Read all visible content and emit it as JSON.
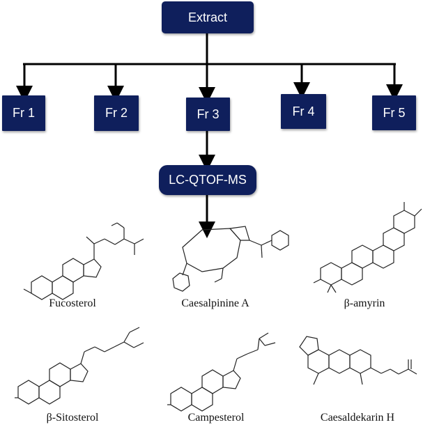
{
  "top_box": "Extract",
  "fractions": [
    "Fr 1",
    "Fr 2",
    "Fr 3",
    "Fr 4",
    "Fr 5"
  ],
  "method_box": "LC-QTOF-MS",
  "compounds": [
    "Fucosterol",
    "Caesalpinine A",
    "β-amyrin",
    "β-Sitosterol",
    "Campesterol",
    "Caesaldekarin H"
  ],
  "colors": {
    "box": "#0f1f5c",
    "line": "#000000",
    "hydroxyl": "#d01010",
    "nitrogen": "#1a2ad0",
    "ring_oxygen": "#d01010"
  }
}
